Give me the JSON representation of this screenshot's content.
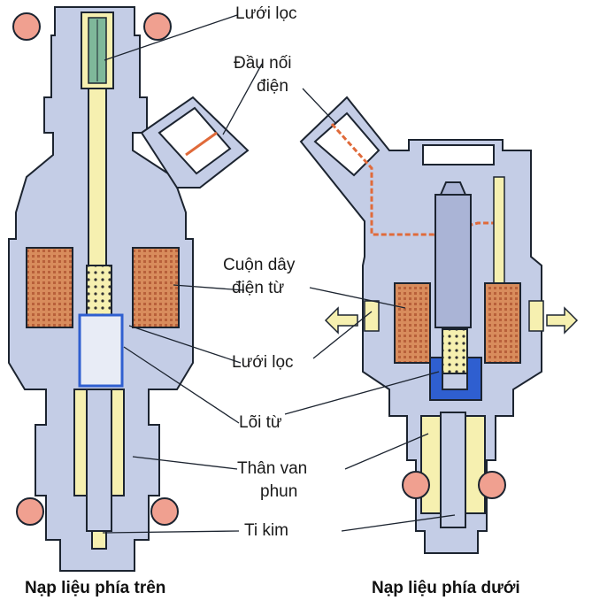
{
  "labels": {
    "filter_top": "Lưới lọc",
    "connector_line1": "Đầu nối",
    "connector_line2": "điện",
    "coil_line1": "Cuộn dây",
    "coil_line2": "điện từ",
    "filter_mid": "Lưới lọc",
    "core": "Lõi từ",
    "valve_body_line1": "Thân van",
    "valve_body_line2": "phun",
    "needle": "Ti kim"
  },
  "captions": {
    "top_feed": "Nạp liệu phía trên",
    "bottom_feed": "Nạp liệu phía dưới"
  },
  "colors": {
    "body": "#c4cde6",
    "outline": "#1c2430",
    "fuel": "#f6f0b0",
    "coil": "#d88c5c",
    "oring": "#f0a090",
    "core": "#2f5fd0",
    "wire": "#e06a3a"
  }
}
